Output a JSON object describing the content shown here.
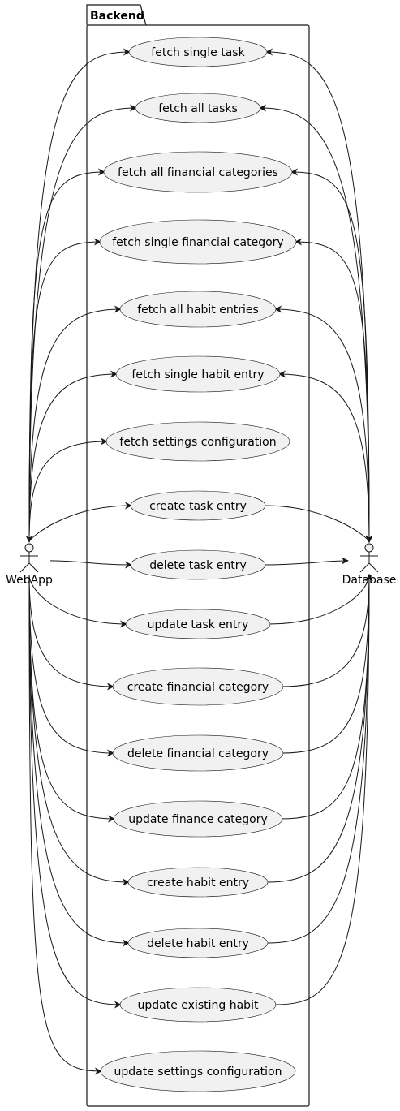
{
  "package": {
    "title": "Backend"
  },
  "actors": {
    "webapp": "WebApp",
    "database": "Database"
  },
  "use_cases": [
    {
      "id": "uc1",
      "label": "fetch single task",
      "webapp": "to",
      "database": "from"
    },
    {
      "id": "uc2",
      "label": "fetch all tasks",
      "webapp": "to",
      "database": "from"
    },
    {
      "id": "uc3",
      "label": "fetch all financial categories",
      "webapp": "to",
      "database": "from"
    },
    {
      "id": "uc4",
      "label": "fetch single financial category",
      "webapp": "to",
      "database": "from"
    },
    {
      "id": "uc5",
      "label": "fetch all habit entries",
      "webapp": "to",
      "database": "from"
    },
    {
      "id": "uc6",
      "label": "fetch single habit entry",
      "webapp": "to",
      "database": "from"
    },
    {
      "id": "uc7",
      "label": "fetch settings configuration",
      "webapp": "both",
      "database": "none"
    },
    {
      "id": "uc8",
      "label": "create task entry",
      "webapp": "to",
      "database": "to"
    },
    {
      "id": "uc9",
      "label": "delete task entry",
      "webapp": "to",
      "database": "to"
    },
    {
      "id": "uc10",
      "label": "update task entry",
      "webapp": "to",
      "database": "to"
    },
    {
      "id": "uc11",
      "label": "create financial category",
      "webapp": "to",
      "database": "to"
    },
    {
      "id": "uc12",
      "label": "delete financial category",
      "webapp": "to",
      "database": "to"
    },
    {
      "id": "uc13",
      "label": "update finance category",
      "webapp": "to",
      "database": "to"
    },
    {
      "id": "uc14",
      "label": "create habit entry",
      "webapp": "to",
      "database": "to"
    },
    {
      "id": "uc15",
      "label": "delete habit entry",
      "webapp": "to",
      "database": "to"
    },
    {
      "id": "uc16",
      "label": "update existing habit",
      "webapp": "to",
      "database": "to"
    },
    {
      "id": "uc17",
      "label": "update settings configuration",
      "webapp": "to",
      "database": "none"
    }
  ],
  "colors": {
    "use_case_fill": "#f1f1f1",
    "stroke": "#181818",
    "background": "#ffffff"
  }
}
